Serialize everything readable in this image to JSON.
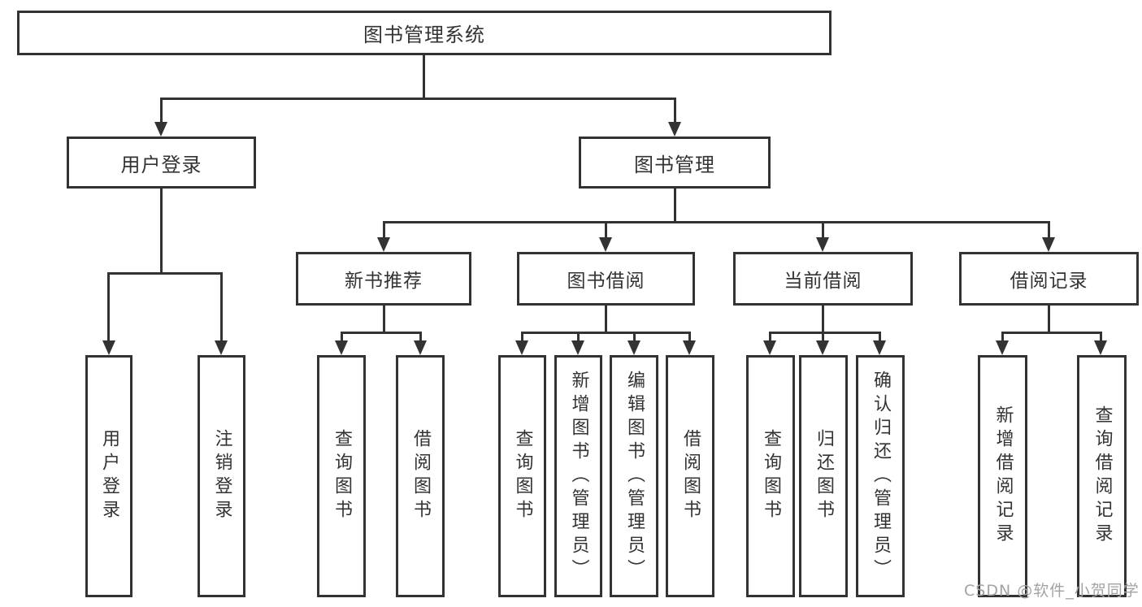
{
  "diagram": {
    "nodes": {
      "root": "图书管理系统",
      "user_login": "用户登录",
      "book_mgmt": "图书管理",
      "new_book": "新书推荐",
      "book_borrow": "图书借阅",
      "current_borrow": "当前借阅",
      "borrow_record": "借阅记录"
    },
    "leaves": {
      "user_login": [
        "用户登录",
        "注销登录"
      ],
      "new_book": [
        "查询图书",
        "借阅图书"
      ],
      "book_borrow": [
        "查询图书",
        "新增图书（管理员）",
        "编辑图书（管理员）",
        "借阅图书"
      ],
      "current_borrow": [
        "查询图书",
        "归还图书",
        "确认归还（管理员）"
      ],
      "borrow_record": [
        "新增借阅记录",
        "查询借阅记录"
      ]
    },
    "colors": {
      "line": "#333333",
      "text": "#333333",
      "watermark": "#a3a3a3",
      "background": "#ffffff"
    }
  },
  "watermark": "CSDN @软件_小贺同学"
}
